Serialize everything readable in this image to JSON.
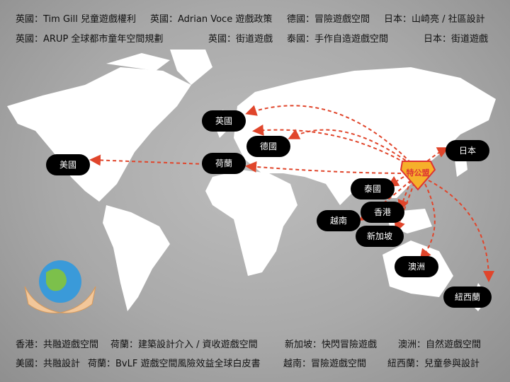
{
  "top_lines": [
    [
      "英國：Tim Gill 兒童遊戲權利",
      "英國：Adrian Voce 遊戲政策",
      "德國：冒險遊戲空間",
      "日本：山崎亮 / 社區設計"
    ],
    [
      "英國：ARUP 全球都市童年空間規劃",
      "英國：街道遊戲",
      "泰國：手作自造遊戲空間",
      "日本：街道遊戲"
    ]
  ],
  "bottom_lines": [
    [
      "香港：共融遊戲空間",
      "荷蘭：建築設計介入 / 資收遊戲空間",
      "新加坡：快閃冒險遊戲",
      "澳洲：自然遊戲空間"
    ],
    [
      "美國：共融設計",
      "荷蘭：BvLF 遊戲空間風險效益全球白皮書",
      "越南：冒險遊戲空間",
      "紐西蘭：兒童參與設計"
    ]
  ],
  "countries": [
    "英國",
    "德國",
    "荷蘭",
    "美國",
    "日本",
    "泰國",
    "香港",
    "越南",
    "新加坡",
    "澳洲",
    "紐西蘭"
  ],
  "logo_text": "特公盟",
  "colors": {
    "arrow": "#e0452b",
    "pill": "#000000",
    "land": "#ffffff"
  }
}
